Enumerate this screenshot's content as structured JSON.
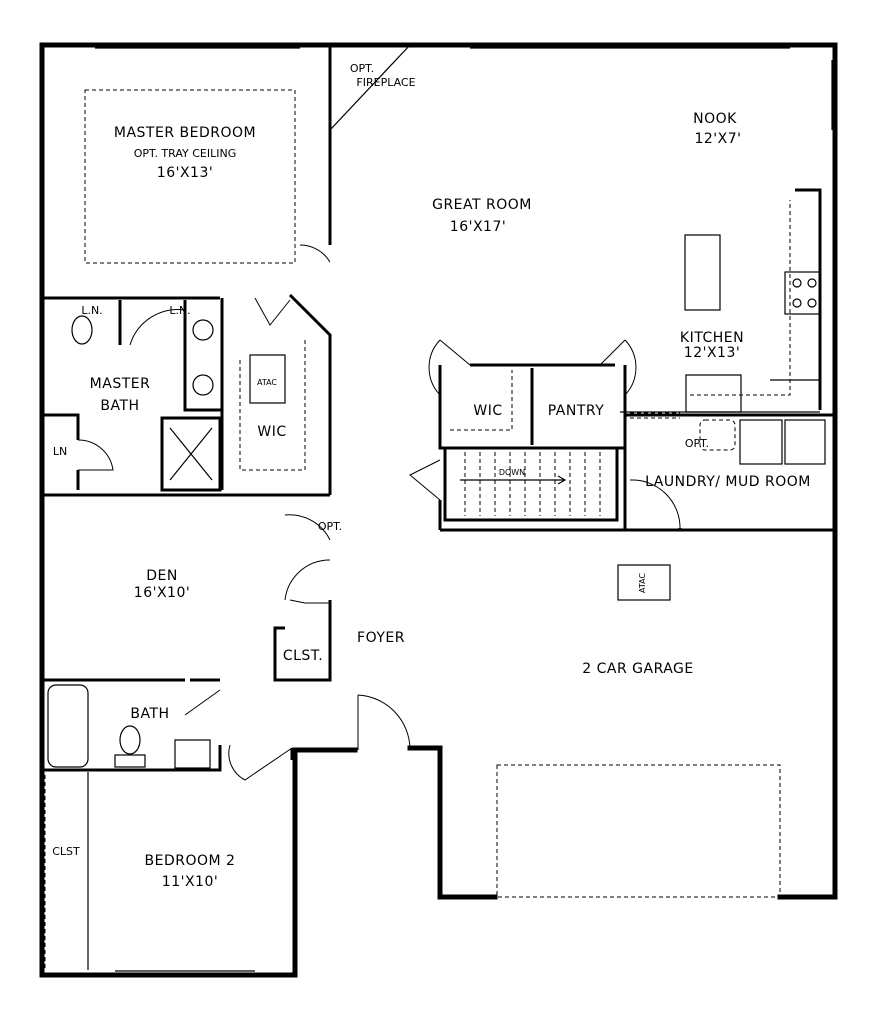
{
  "rooms": {
    "master_bedroom": {
      "name": "MASTER BEDROOM",
      "note": "OPT. TRAY CEILING",
      "size": "16'X13'"
    },
    "fireplace": {
      "line1": "OPT.",
      "line2": "FIREPLACE"
    },
    "nook": {
      "name": "NOOK",
      "size": "12'X7'"
    },
    "great_room": {
      "name": "GREAT ROOM",
      "size": "16'X17'"
    },
    "kitchen": {
      "name": "KITCHEN",
      "size": "12'X13'"
    },
    "linen1": "L.N.",
    "linen2": "L.N.",
    "master_bath": {
      "line1": "MASTER",
      "line2": "BATH"
    },
    "linen3": "LN",
    "atac1": "ATAC",
    "master_wic": "WIC",
    "wic": "WIC",
    "pantry": "PANTRY",
    "stairs": "DOWN",
    "sink_opt": "OPT.",
    "laundry": "LAUNDRY/ MUD ROOM",
    "atac2": "ATAC",
    "den_opt": "OPT.",
    "den": {
      "name": "DEN",
      "size": "16'X10'"
    },
    "closet1": "CLST.",
    "foyer": "FOYER",
    "garage": "2 CAR GARAGE",
    "bath": "BATH",
    "closet2": "CLST",
    "bedroom2": {
      "name": "BEDROOM 2",
      "size": "11'X10'"
    }
  }
}
